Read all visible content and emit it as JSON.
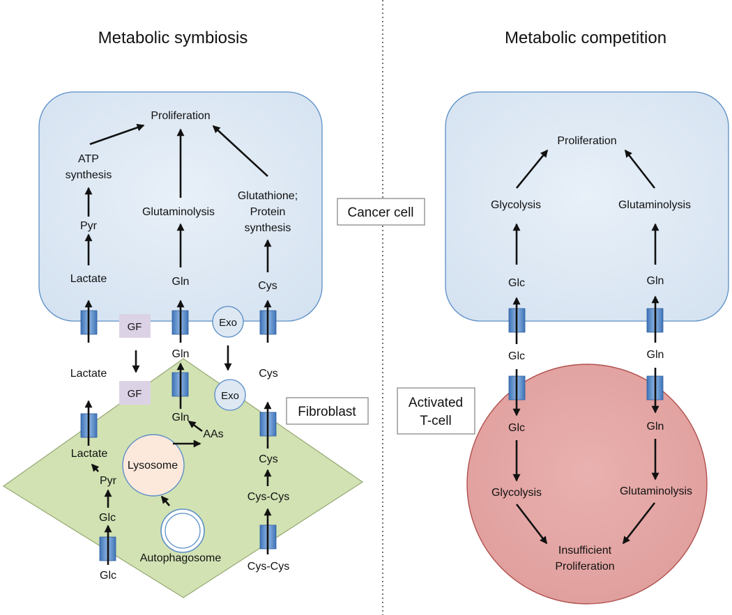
{
  "titles": {
    "left": "Metabolic symbiosis",
    "right": "Metabolic competition"
  },
  "colors": {
    "cell_fill": "#dde8f3",
    "cell_stroke": "#5b8ec6",
    "fibroblast_fill": "#d2e2b3",
    "fibroblast_stroke": "#9aab78",
    "tcell_fill": "#e4a8a6",
    "tcell_stroke": "#b0504e",
    "transporter": "#5b8fcf",
    "gf_fill": "#dcd2e6",
    "lysosome_fill": "#fde9dc"
  },
  "left": {
    "cancer_cell_label": "Cancer cell",
    "fibroblast_label": "Fibroblast",
    "proliferation": "Proliferation",
    "atp_synthesis": [
      "ATP",
      "synthesis"
    ],
    "pyr": "Pyr",
    "lactate_in": "Lactate",
    "glutaminolysis": "Glutaminolysis",
    "gln_in": "Gln",
    "glutathione": [
      "Glutathione;",
      "Protein",
      "synthesis"
    ],
    "cys_in": "Cys",
    "gf": "GF",
    "exo": "Exo",
    "lactate_mid": "Lactate",
    "gln_mid": "Gln",
    "cys_mid": "Cys",
    "gf_lower": "GF",
    "exo_lower": "Exo",
    "gln_fib": "Gln",
    "aas": "AAs",
    "lysosome": "Lysosome",
    "autophagosome": "Autophagosome",
    "lactate_fib": "Lactate",
    "pyr_fib": "Pyr",
    "glc_fib": "Glc",
    "glc_out": "Glc",
    "cys_fib": "Cys",
    "cyscys_fib": "Cys-Cys",
    "cyscys_out": "Cys-Cys"
  },
  "right": {
    "proliferation": "Proliferation",
    "glycolysis": "Glycolysis",
    "glutaminolysis": "Glutaminolysis",
    "glc_in": "Glc",
    "gln_in": "Gln",
    "glc_mid": "Glc",
    "gln_mid": "Gln",
    "tcell_label": [
      "Activated",
      "T-cell"
    ],
    "glc_t": "Glc",
    "gln_t": "Gln",
    "glycolysis_t": "Glycolysis",
    "glutaminolysis_t": "Glutaminolysis",
    "insufficient": [
      "Insufficient",
      "Proliferation"
    ]
  }
}
